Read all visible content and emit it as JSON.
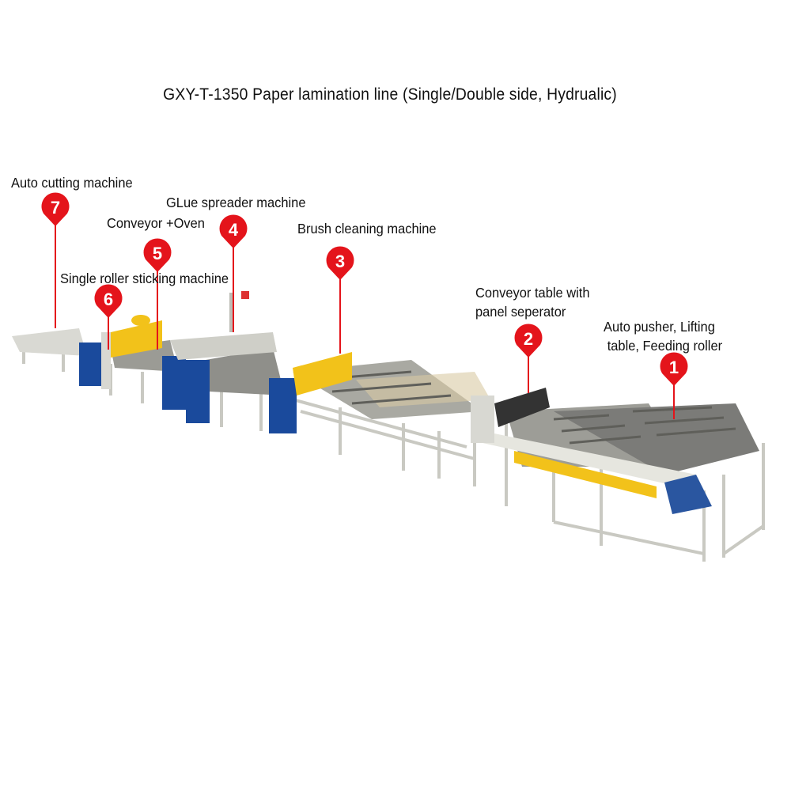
{
  "title": "GXY-T-1350  Paper lamination line (Single/Double side, Hydrualic)",
  "stations": [
    {
      "number": "1",
      "label_lines": [
        "Auto pusher, Lifting",
        "table, Feeding roller"
      ]
    },
    {
      "number": "2",
      "label_lines": [
        "Conveyor table with",
        "panel seperator"
      ]
    },
    {
      "number": "3",
      "label_lines": [
        "Brush cleaning machine"
      ]
    },
    {
      "number": "4",
      "label_lines": [
        "GLue spreader machine"
      ]
    },
    {
      "number": "5",
      "label_lines": [
        "Conveyor +Oven"
      ]
    },
    {
      "number": "6",
      "label_lines": [
        "Single roller sticking machine"
      ]
    },
    {
      "number": "7",
      "label_lines": [
        "Auto cutting machine"
      ]
    }
  ],
  "colors": {
    "pin": "#e4141b",
    "panel_blue": "#1a4a9c",
    "frame": "#d8d8d2",
    "cover_yellow": "#f2c21a"
  }
}
